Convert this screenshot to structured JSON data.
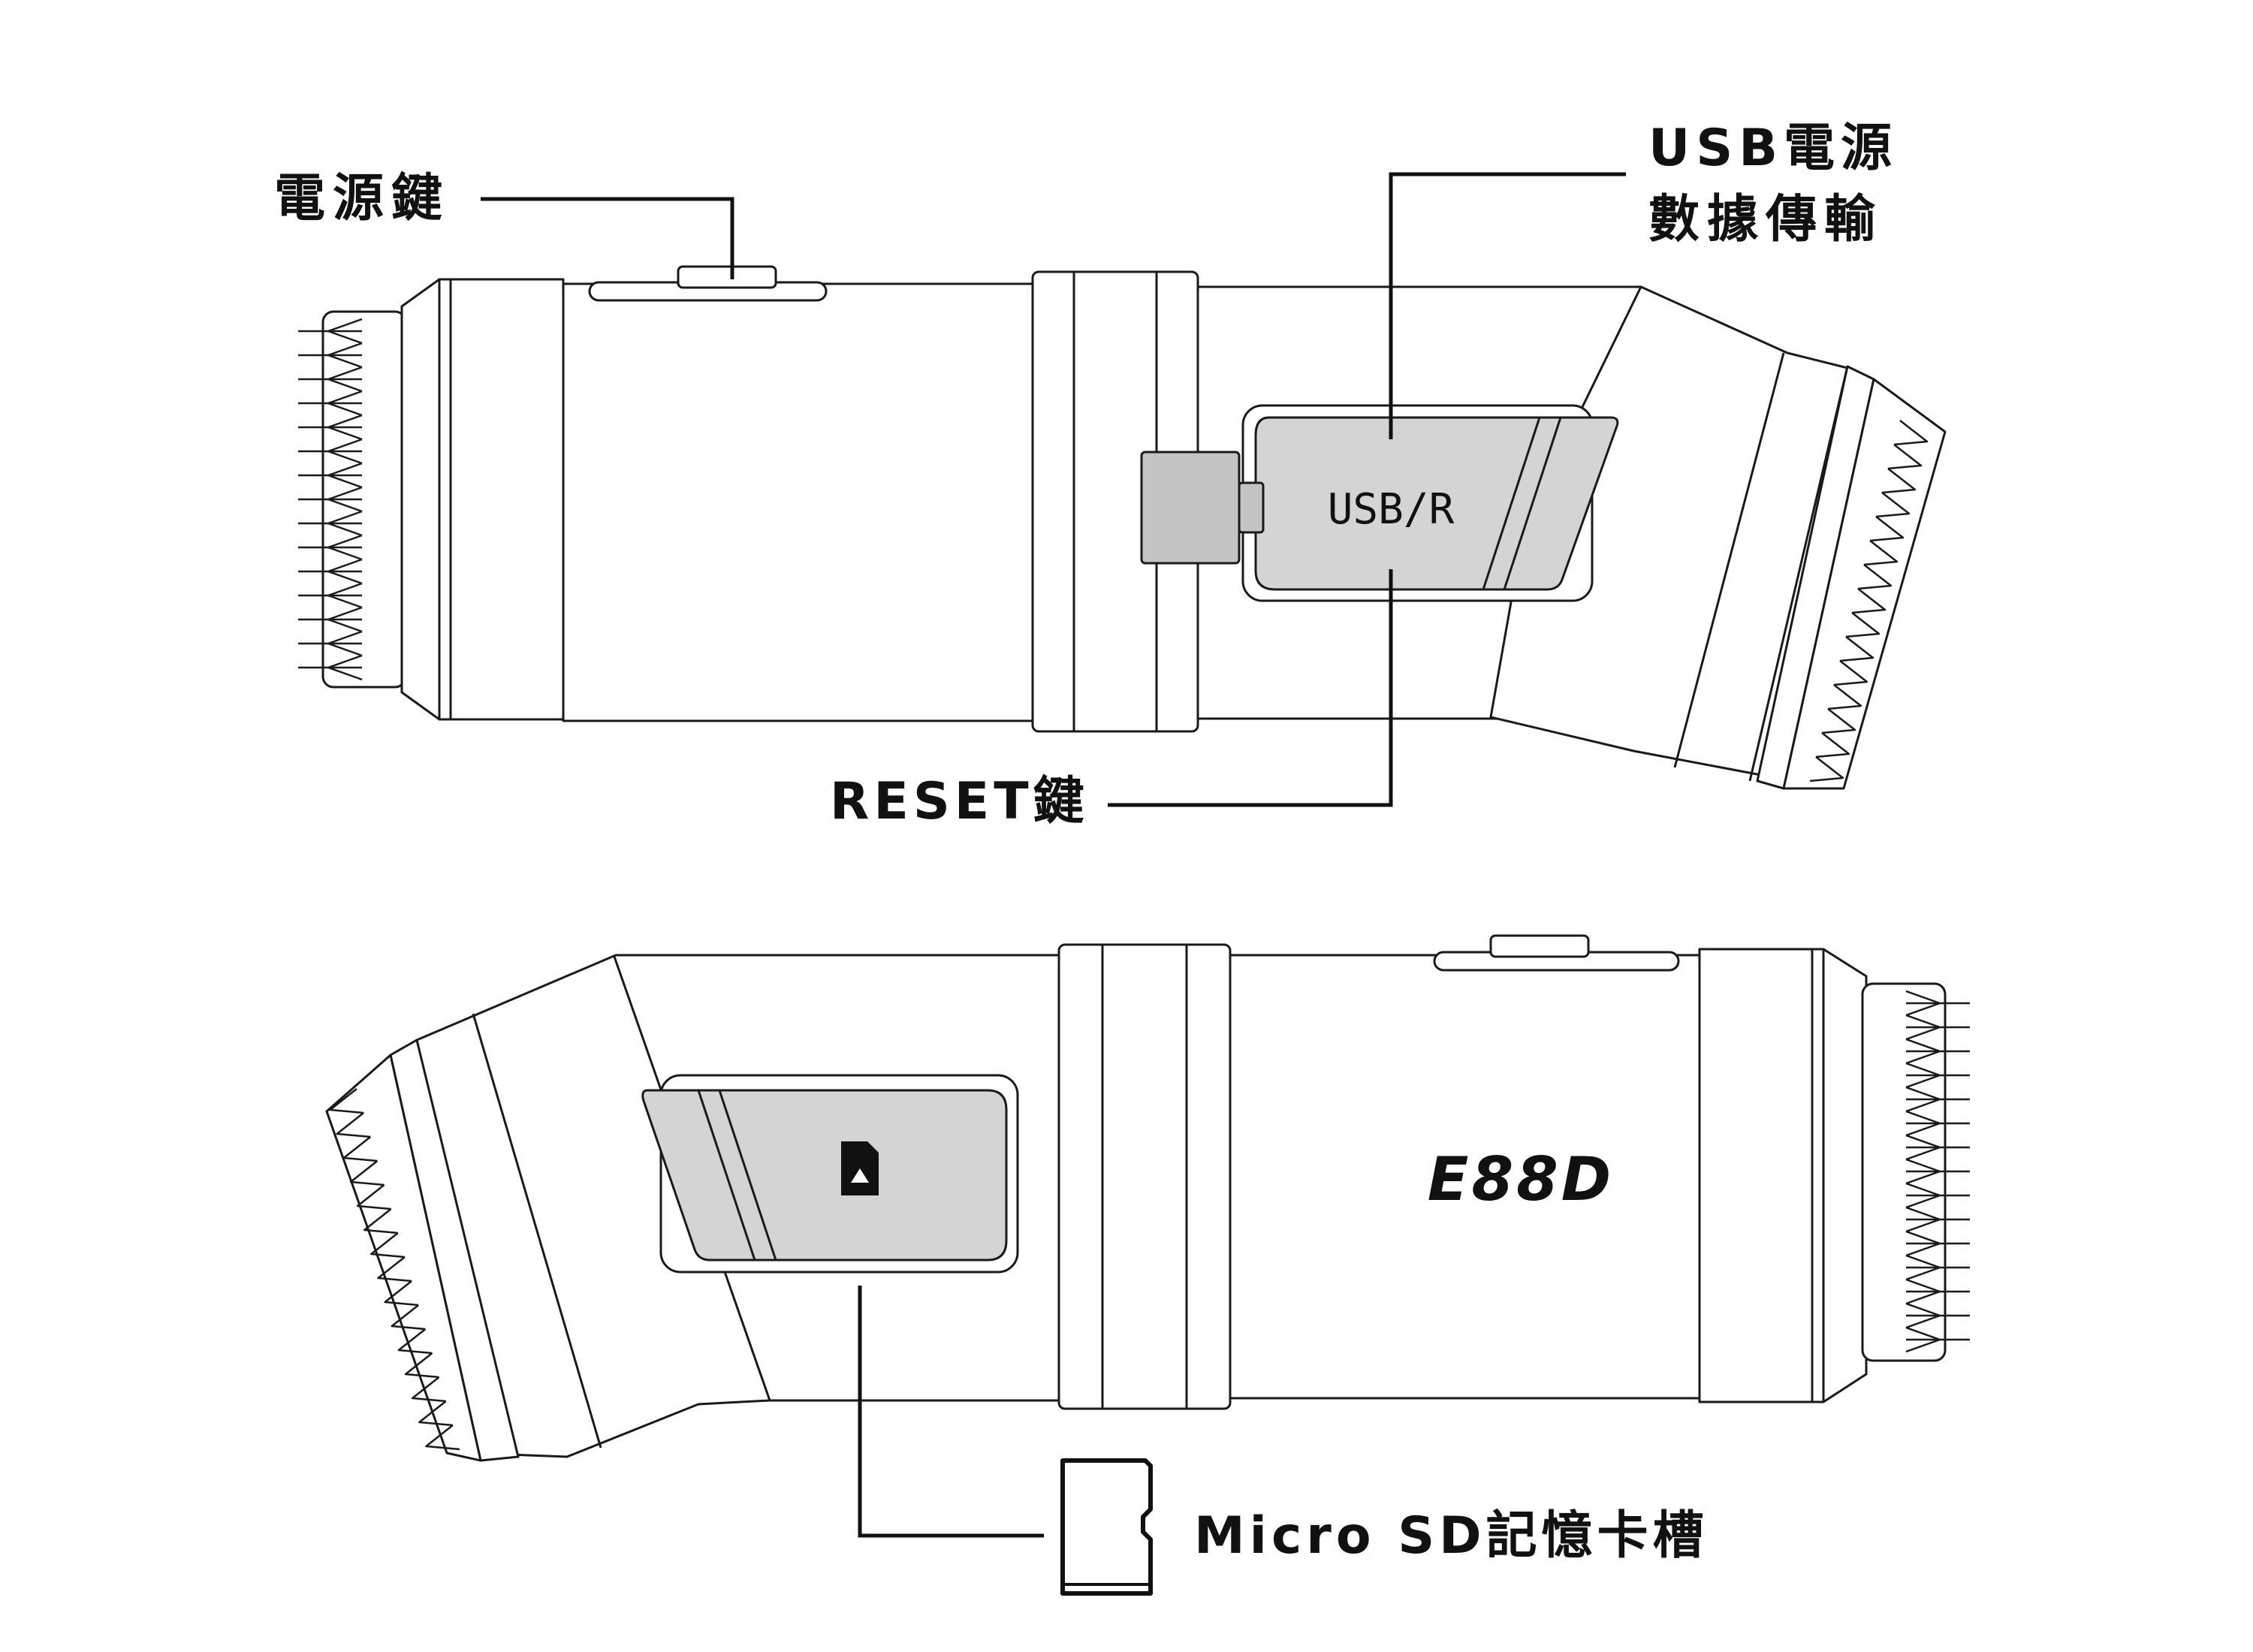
{
  "callouts": {
    "power_key": "電源鍵",
    "usb_line1": "USB電源",
    "usb_line2": "數據傳輸",
    "reset_key": "RESET鍵",
    "microsd_slot": "Micro SD記憶卡槽"
  },
  "device": {
    "port_label": "USB/R",
    "model": "E88D",
    "sd_icon": "microsd-card-icon"
  },
  "colors": {
    "outline": "#1a1a1a",
    "body_fill": "#ffffff",
    "panel_fill": "#d4d4d4",
    "plug_fill": "#c4c4c4",
    "leader": "#111111"
  }
}
